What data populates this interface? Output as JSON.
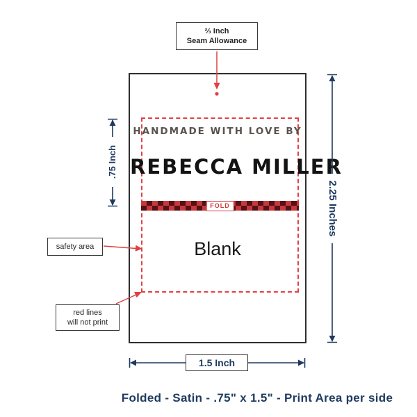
{
  "colors": {
    "measure_navy": "#1e3a5f",
    "guide_red": "#e04043",
    "fold_red": "#c63a3c",
    "fold_dark": "#571016",
    "outline_black": "#2e2e2e"
  },
  "seam_callout": {
    "line1": "⅔ Inch",
    "line2": "Seam Allowance"
  },
  "label": {
    "handmade_text": "HANDMADE WITH LOVE BY",
    "name_text": "REBECCA MILLER",
    "fold_label": "FOLD",
    "blank_text": "Blank"
  },
  "callouts": {
    "safety_area": "safety area",
    "red_lines_line1": "red lines",
    "red_lines_line2": "will not print"
  },
  "measurements": {
    "fold_height": ".75 Inch",
    "total_height": "2.25 Inches",
    "width": "1.5 Inch"
  },
  "caption": "Folded - Satin - .75\" x 1.5\" - Print Area per side"
}
